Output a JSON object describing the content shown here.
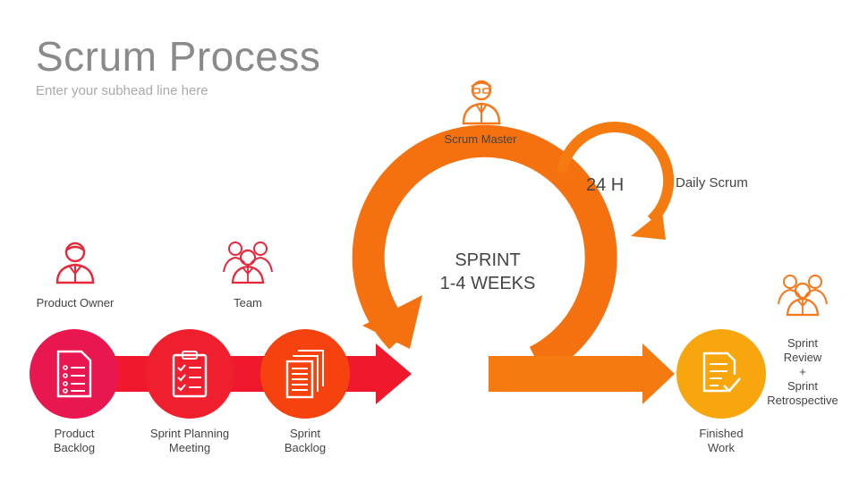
{
  "header": {
    "title": "Scrum Process",
    "subtitle": "Enter your subhead line here"
  },
  "roles": {
    "product_owner": "Product Owner",
    "team": "Team",
    "scrum_master": "Scrum Master"
  },
  "steps": [
    {
      "label_line1": "Product",
      "label_line2": "Backlog",
      "color": "#e8174f"
    },
    {
      "label_line1": "Sprint Planning",
      "label_line2": "Meeting",
      "color": "#f01f2e"
    },
    {
      "label_line1": "Sprint",
      "label_line2": "Backlog",
      "color": "#f5420f"
    }
  ],
  "sprint": {
    "line1": "SPRINT",
    "line2": "1-4 WEEKS",
    "color": "#f57110"
  },
  "daily": {
    "cycle": "24 H",
    "label": "Daily Scrum"
  },
  "finish": {
    "label_line1": "Finished",
    "label_line2": "Work",
    "color": "#f8a60d"
  },
  "review": {
    "line1": "Sprint",
    "line2": "Review",
    "line3": "+",
    "line4": "Sprint",
    "line5": "Retrospective"
  },
  "colors": {
    "arrow_red": "#f0182d",
    "arrow_orange": "#f57a10",
    "icon_red": "#e6283a",
    "icon_orange": "#f5781c"
  }
}
